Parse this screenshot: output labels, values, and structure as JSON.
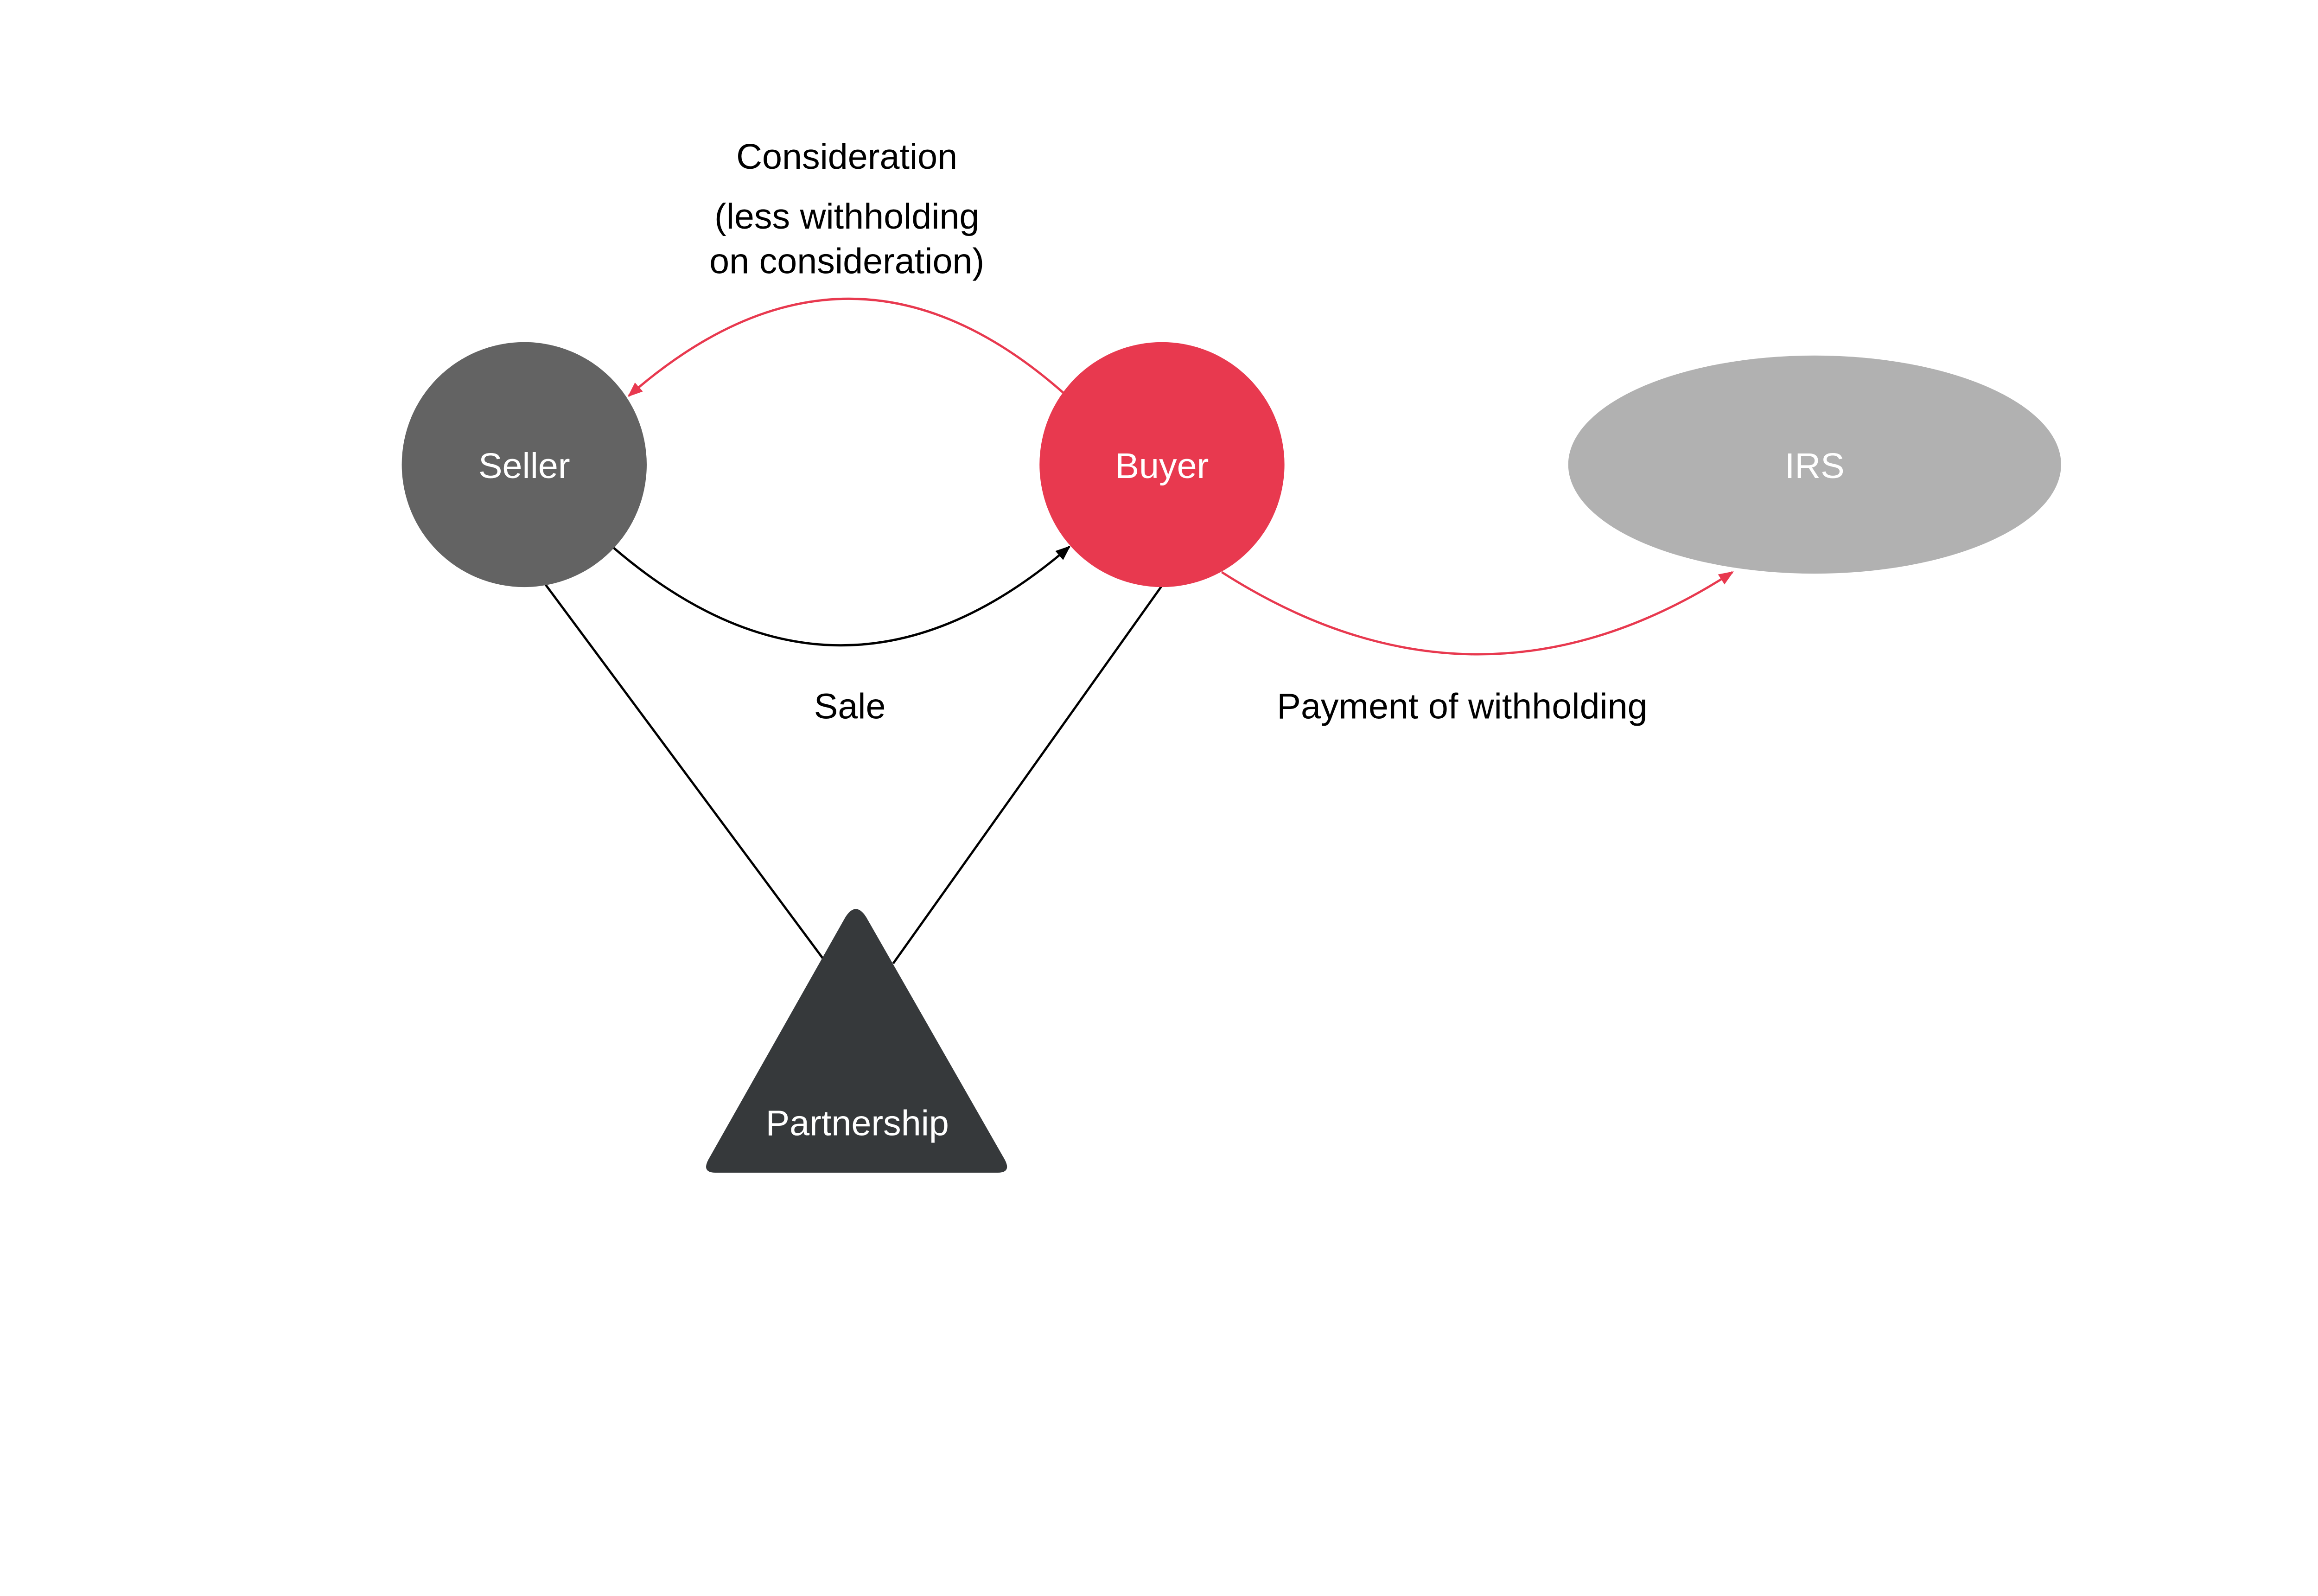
{
  "colors": {
    "seller": "#636363",
    "buyer": "#e8394f",
    "irs": "#b1b1b1",
    "partnership": "#36393b",
    "red_arrow": "#e8394f",
    "black_arrow": "#000000"
  },
  "nodes": {
    "seller": "Seller",
    "buyer": "Buyer",
    "irs": "IRS",
    "partnership": "Partnership"
  },
  "edges": {
    "consideration_title": "Consideration",
    "consideration_line1": "(less withholding",
    "consideration_line2": "on consideration)",
    "sale": "Sale",
    "payment": "Payment of withholding"
  }
}
